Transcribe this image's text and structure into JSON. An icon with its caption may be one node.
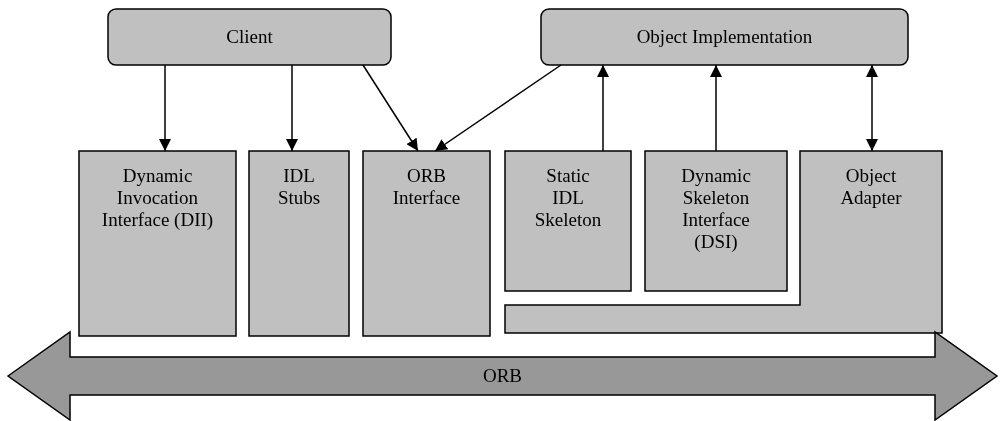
{
  "diagram": {
    "nodes": [
      {
        "text": [
          "Client"
        ]
      },
      {
        "text": [
          "Object Implementation"
        ]
      },
      {
        "text": [
          "Dynamic Invocation Interface (DII)"
        ]
      },
      {
        "text": [
          "IDL Stubs"
        ]
      },
      {
        "text": [
          "ORB Interface"
        ]
      },
      {
        "text": [
          "Static IDL Skeleton"
        ]
      },
      {
        "text": [
          "Dynamic Skeleton Interface (DSI)"
        ]
      },
      {
        "text": [
          "Object Adapter"
        ]
      },
      {
        "text": [
          "ORB"
        ]
      }
    ],
    "edges": [
      {
        "from": 0,
        "to": 2,
        "arrow": "to"
      },
      {
        "from": 0,
        "to": 3,
        "arrow": "to"
      },
      {
        "from": 0,
        "to": 4,
        "arrow": "to"
      },
      {
        "from": 1,
        "to": 4,
        "arrow": "to"
      },
      {
        "from": 5,
        "to": 1,
        "arrow": "to"
      },
      {
        "from": 6,
        "to": 1,
        "arrow": "to"
      },
      {
        "from": 1,
        "to": 7,
        "arrow": "both"
      }
    ]
  }
}
